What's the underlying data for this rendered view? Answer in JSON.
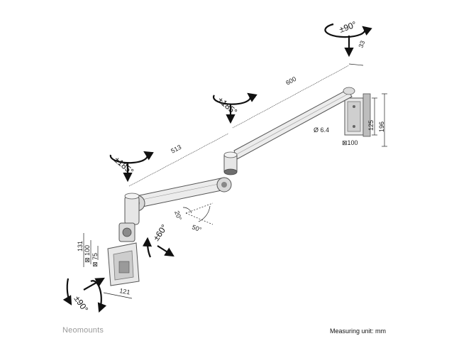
{
  "brand": "Neomounts",
  "measuring_unit": "Measuring unit: mm",
  "dimensions": {
    "arm_length_outer": "600",
    "arm_length_inner": "513",
    "wall_offset": "33",
    "hole_diameter": "Ø 6.4",
    "wall_vesa": "⊠100",
    "wall_plate_height": "125",
    "wall_plate_total": "196",
    "tilt_up": "20°",
    "tilt_down": "50°",
    "head_height": "131",
    "vesa_100": "⊠ 100",
    "vesa_75": "⊠ 75",
    "head_width": "121"
  },
  "rotations": {
    "wall_swivel": "±90°",
    "joint_1": "±185°",
    "joint_2": "±185°",
    "head_tilt": "±60°",
    "head_rotate": "±90°"
  },
  "colors": {
    "arm": "#e6e6e6",
    "outline": "#555555",
    "dark": "#6e6e6e",
    "arrow": "#111111"
  }
}
